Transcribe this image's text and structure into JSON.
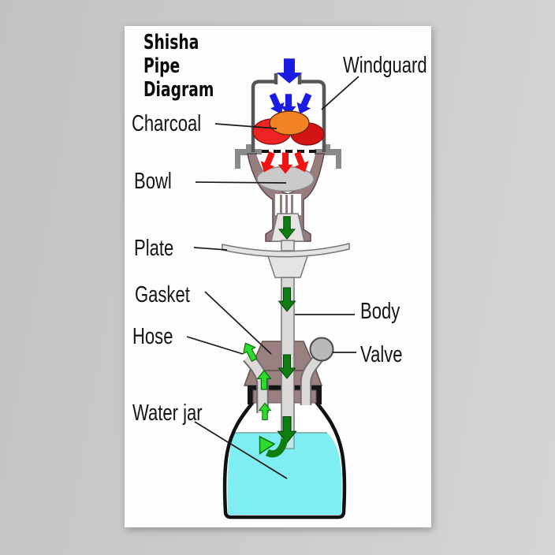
{
  "poster": {
    "title": {
      "line1": "Shisha",
      "line2": "Pipe",
      "line3": "Diagram"
    },
    "labels": {
      "charcoal": "Charcoal",
      "windguard": "Windguard",
      "bowl": "Bowl",
      "plate": "Plate",
      "gasket": "Gasket",
      "hose": "Hose",
      "body": "Body",
      "valve": "Valve",
      "water_jar": "Water jar"
    },
    "colors": {
      "air_arrow_blue": "#1b1be4",
      "heat_arrow_red": "#ee1414",
      "smoke_arrow_dark_green": "#0e7d12",
      "smoke_arrow_light_green": "#2ddb2d",
      "charcoal_red": "#ee2424",
      "charcoal_orange": "#f28222",
      "charcoal_dark_red": "#d31414",
      "water_cyan": "#7feef2",
      "metal_gray": "#dcd9d9",
      "clay_taupe": "#977d7d",
      "wall_gray_left": "#c3c2c3",
      "wall_gray_right": "#d6d5d6"
    }
  }
}
